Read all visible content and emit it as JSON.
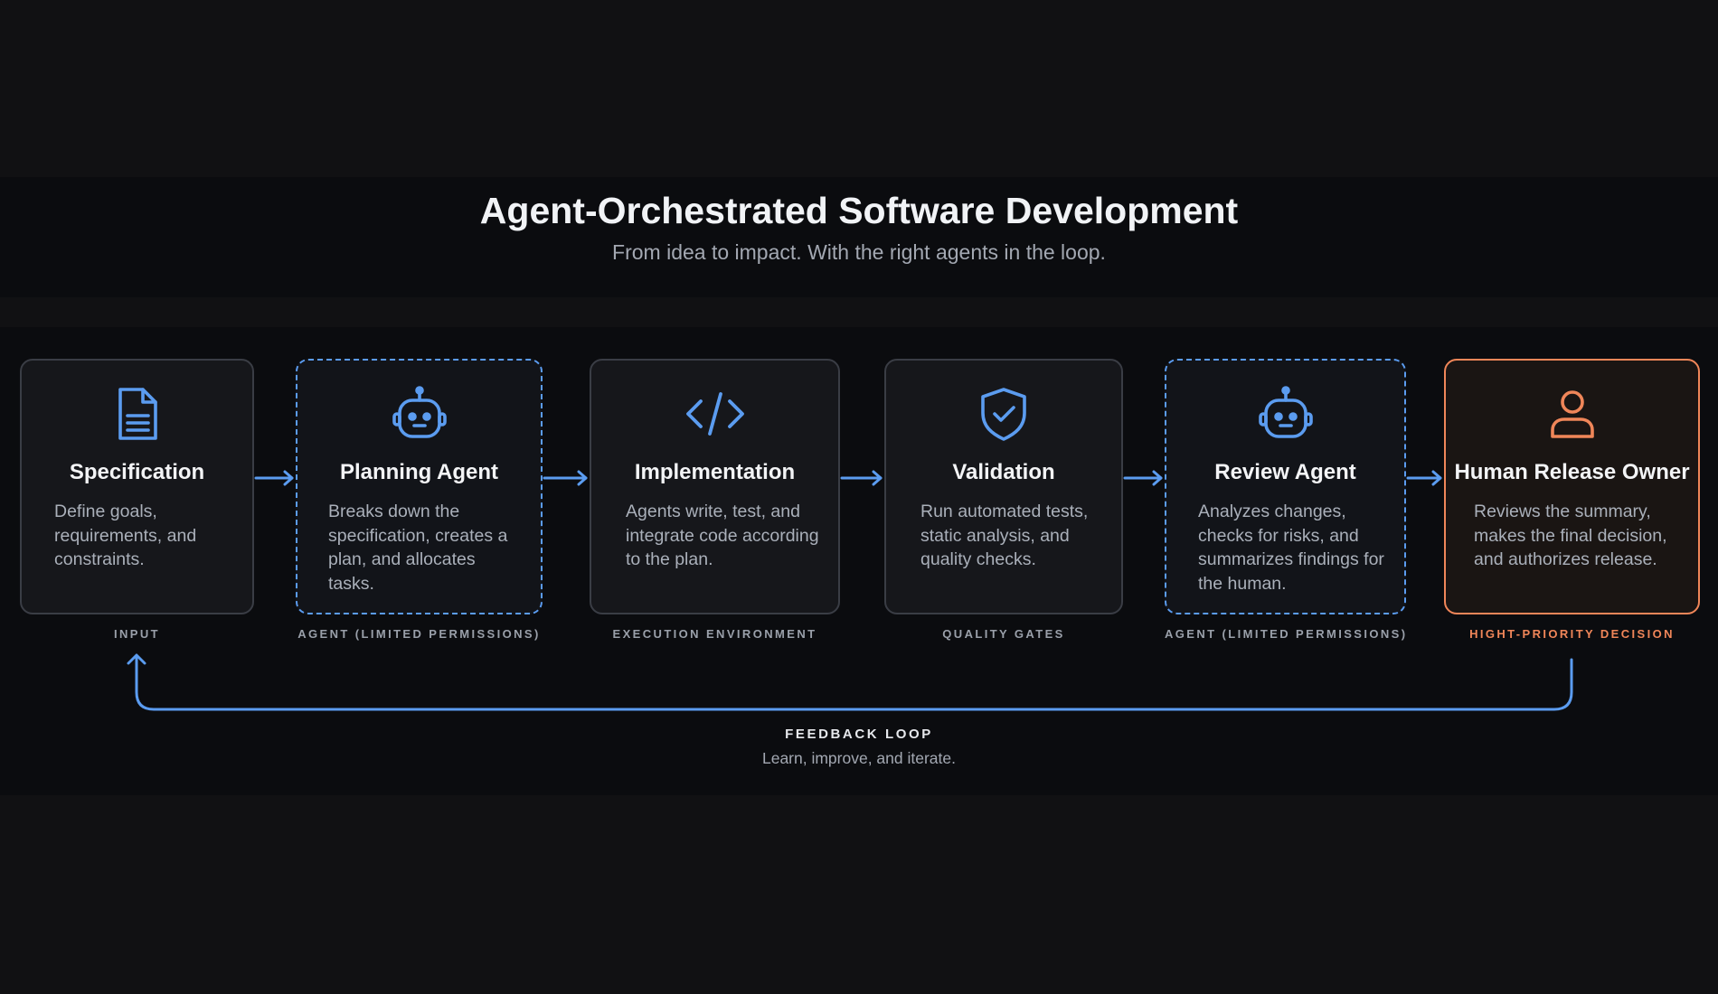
{
  "header": {
    "title": "Agent-Orchestrated Software Development",
    "subtitle": "From idea to impact. With the right agents in the loop."
  },
  "stages": [
    {
      "title": "Specification",
      "description": "Define goals, requirements, and constraints.",
      "caption": "INPUT",
      "icon": "document-icon"
    },
    {
      "title": "Planning Agent",
      "description": "Breaks down the specification, creates a plan, and allocates tasks.",
      "caption": "AGENT (LIMITED PERMISSIONS)",
      "icon": "robot-icon"
    },
    {
      "title": "Implementation",
      "description": "Agents write, test, and integrate code according to the plan.",
      "caption": "EXECUTION ENVIRONMENT",
      "icon": "code-icon"
    },
    {
      "title": "Validation",
      "description": "Run automated tests, static analysis, and quality checks.",
      "caption": "QUALITY GATES",
      "icon": "shield-check-icon"
    },
    {
      "title": "Review Agent",
      "description": "Analyzes changes, checks for risks, and summarizes findings for the human.",
      "caption": "AGENT (LIMITED PERMISSIONS)",
      "icon": "robot-icon"
    },
    {
      "title": "Human Release Owner",
      "description": "Reviews the summary, makes the final decision, and authorizes release.",
      "caption": "HIGHT-PRIORITY DECISION",
      "icon": "person-icon"
    }
  ],
  "feedback": {
    "title": "FEEDBACK LOOP",
    "subtitle": "Learn, improve, and iterate."
  },
  "colors": {
    "accent_blue": "#5b9cf0",
    "accent_orange": "#f08659",
    "background": "#111113",
    "band": "#0b0c0f"
  }
}
